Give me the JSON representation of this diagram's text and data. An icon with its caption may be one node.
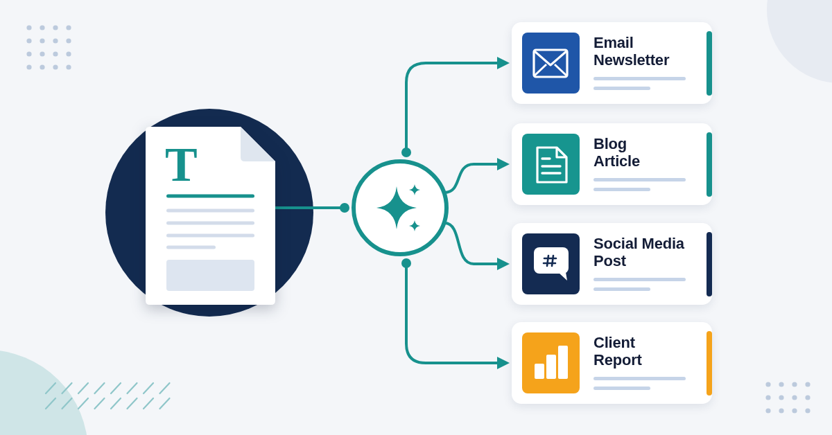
{
  "diagram": {
    "nodes": [
      {
        "text": [
          "T"
        ]
      },
      {
        "text": [],
        "shape": "circle"
      },
      {
        "text": [
          "Email Newsletter"
        ]
      },
      {
        "text": [
          "Blog Article"
        ]
      },
      {
        "text": [
          "Social Media Post"
        ]
      },
      {
        "text": [
          "Client Report"
        ]
      }
    ],
    "edges": [
      {
        "from": 0,
        "to": 1,
        "arrow": "other"
      },
      {
        "from": 1,
        "to": 2,
        "arrow": "to"
      },
      {
        "from": 1,
        "to": 3,
        "arrow": "to"
      },
      {
        "from": 1,
        "to": 4,
        "arrow": "to"
      },
      {
        "from": 1,
        "to": 5,
        "arrow": "to"
      }
    ]
  }
}
